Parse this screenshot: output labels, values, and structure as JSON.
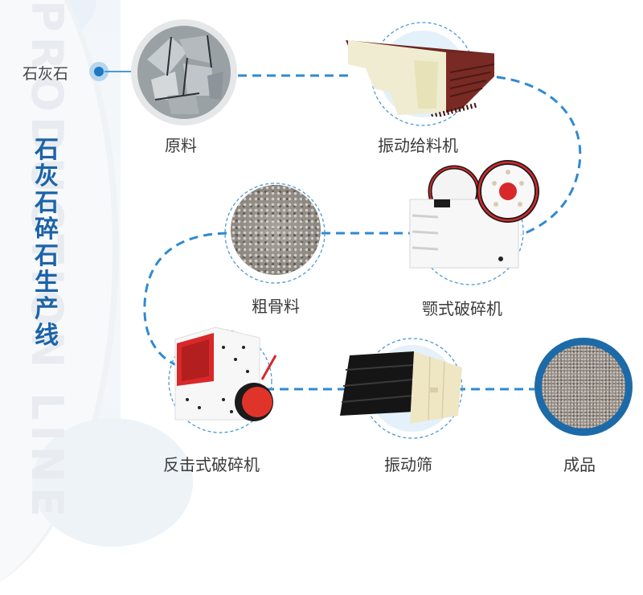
{
  "header": {
    "title_vertical": "石灰石碎石生产线",
    "watermark": "PRODUCTION LINE"
  },
  "source": {
    "label": "石灰石"
  },
  "steps": [
    {
      "id": "raw",
      "label": "原料",
      "icon": "limestone-rocks"
    },
    {
      "id": "feeder",
      "label": "振动给料机",
      "icon": "vibrating-feeder"
    },
    {
      "id": "jaw",
      "label": "颚式破碎机",
      "icon": "jaw-crusher"
    },
    {
      "id": "coarse",
      "label": "粗骨料",
      "icon": "coarse-aggregate"
    },
    {
      "id": "impact",
      "label": "反击式破碎机",
      "icon": "impact-crusher"
    },
    {
      "id": "screen",
      "label": "振动筛",
      "icon": "vibrating-screen"
    },
    {
      "id": "product",
      "label": "成品",
      "icon": "finished-gravel"
    }
  ],
  "colors": {
    "accent": "#1c63a8",
    "dash": "#2f8ad0",
    "ring": "#1d6aa8",
    "machine_red": "#d8282a",
    "feeder_brown": "#7a2a24",
    "cream": "#f3efd6"
  }
}
